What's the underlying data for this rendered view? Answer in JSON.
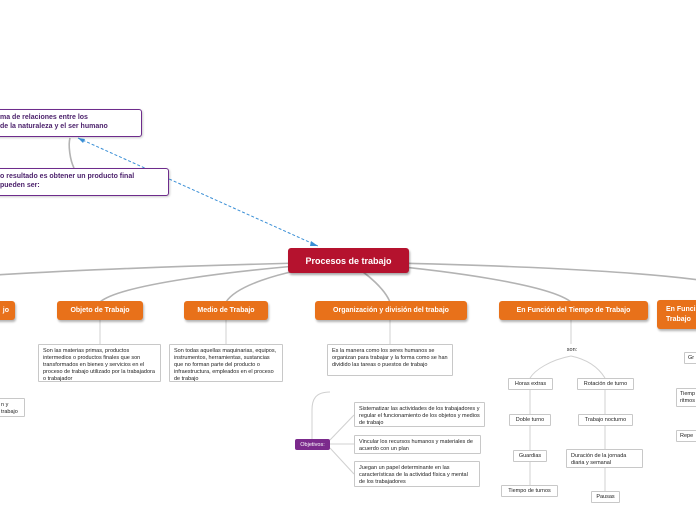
{
  "root": "Procesos de trabajo",
  "def_top": "ma de relaciones entre los\nde la naturaleza y el ser humano",
  "def_second": "o resultado es obtener un producto final\npueden ser:",
  "branches": {
    "left": "jo",
    "objeto": "Objeto de Trabajo",
    "medio": "Medio de Trabajo",
    "organizacion": "Organización y división del trabajo",
    "tiempo": "En Función del Tiempo de Trabajo",
    "right": "En Funci\nTrabajo"
  },
  "left_sub": "n y\ntrabajo",
  "objeto_desc": "Son las materias primas, productos intermedios o productos finales que son transformados en bienes y servicios en el proceso de trabajo utilizado por la trabajadora o trabajador",
  "medio_desc": "Son todas aquellas maquinarias, equipos, instrumentos, herramientas, sustancias que no forman parte del producto o infraestructura, empleados en el proceso de trabajo",
  "organizacion_desc": "Es la manera como los seres humanos se organizan para trabajar y la forma como se han dividido las tareas o puestos de trabajo",
  "objetivos_label": "Objetivos:",
  "objetivos": [
    "Sistematizar las actividades de los trabajadores y regular el funcionamiento de los objetos y medios de trabajo",
    "Vincular los recursos humanos y materiales de acuerdo con un plan",
    "Juegan un papel determinante en las características de la actividad física y mental de los trabajadores"
  ],
  "tiempo_son": "son:",
  "tiempo_left": [
    "Horas extras",
    "Doble turno",
    "Guardias",
    "Tiempo de turnos"
  ],
  "tiempo_right": [
    "Rotación de turno",
    "Trabajo nocturno",
    "Duración de la jornada diaria y semanal",
    "Pausas"
  ],
  "right_items": [
    "Gr",
    "Tiemp\nritmos",
    "Repe"
  ]
}
